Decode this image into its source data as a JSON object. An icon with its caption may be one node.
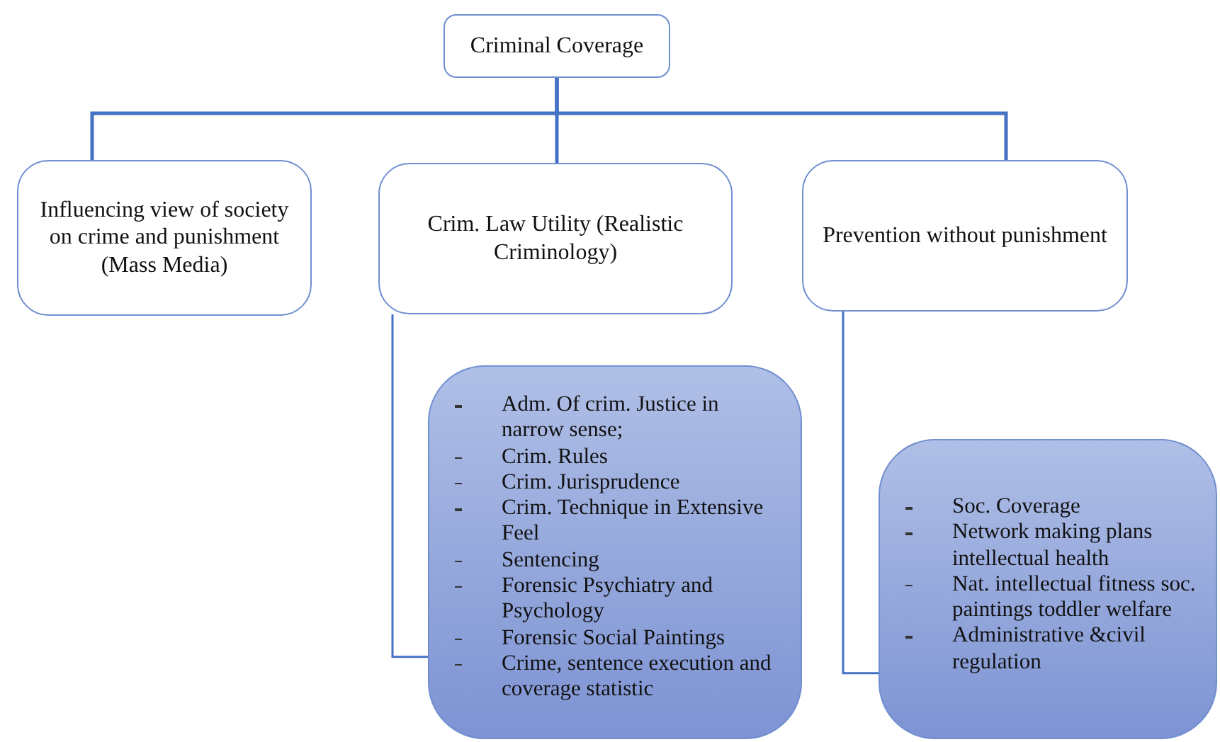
{
  "diagram": {
    "nodes": [
      {
        "text": [
          "Criminal Coverage"
        ]
      },
      {
        "text": [
          "Influencing view of society on crime and punishment (Mass Media)"
        ]
      },
      {
        "text": [
          "Crim. Law Utility (Realistic Criminology)"
        ]
      },
      {
        "text": [
          "Prevention without punishment"
        ]
      },
      {
        "text": [
          "Adm. Of crim. Justice in narrow sense;",
          "Crim. Rules",
          "Crim. Jurisprudence",
          "Crim. Technique in Extensive Feel",
          "Sentencing",
          "Forensic Psychiatry and Psychology",
          "Forensic Social Paintings",
          "Crime, sentence execution and coverage statistic"
        ]
      },
      {
        "text": [
          "Soc. Coverage",
          "Network making plans intellectual health",
          "Nat. intellectual fitness soc. paintings toddler welfare",
          "Administrative &civil regulation"
        ]
      }
    ],
    "edges": [
      {
        "from": 0,
        "to": 1,
        "arrow": "none"
      },
      {
        "from": 0,
        "to": 2,
        "arrow": "none"
      },
      {
        "from": 0,
        "to": 3,
        "arrow": "none"
      },
      {
        "from": 2,
        "to": 4,
        "arrow": "none"
      },
      {
        "from": 3,
        "to": 5,
        "arrow": "none"
      }
    ]
  }
}
